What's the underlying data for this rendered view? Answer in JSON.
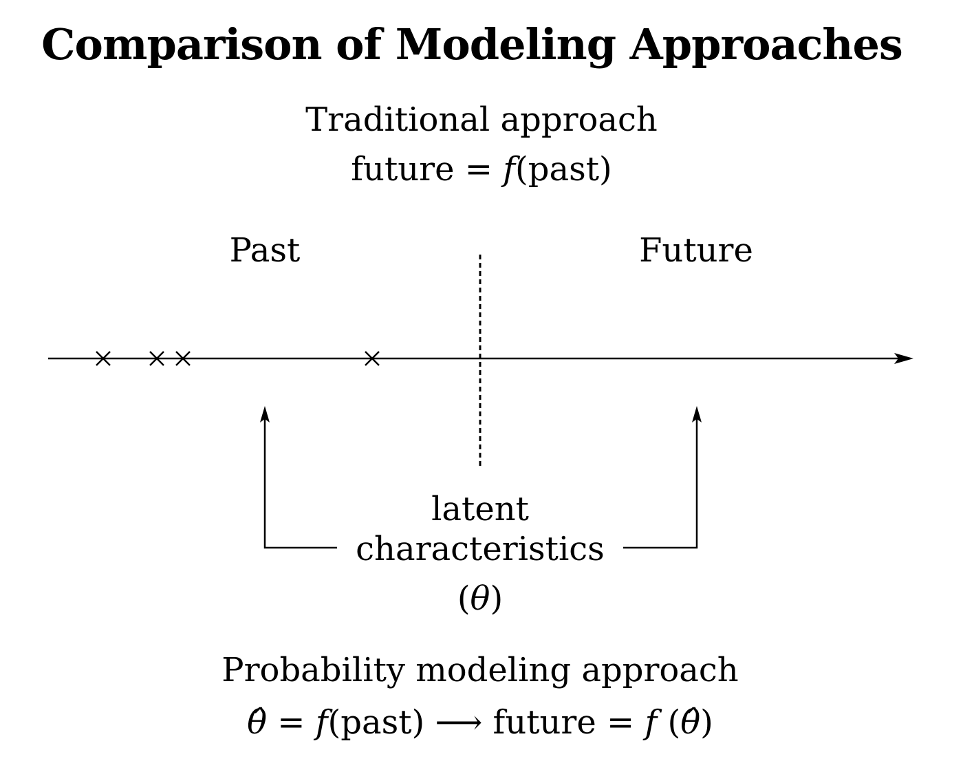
{
  "title": "Comparison of Modeling Approaches",
  "traditional": {
    "label": "Traditional approach",
    "eq_lhs": "future = ",
    "eq_f": "f",
    "eq_arg": "(past)"
  },
  "timeline": {
    "past_label": "Past",
    "future_label": "Future"
  },
  "latent": {
    "line1": "latent",
    "line2": "characteristics",
    "symbol_open": "(",
    "symbol": "θ",
    "symbol_close": ")"
  },
  "probability": {
    "label": "Probability modeling approach",
    "theta_hat": "θ̂",
    "eq_eq": " = ",
    "eq_f1": "f",
    "eq_arg1": "(past)",
    "arrow": " ⟶ ",
    "eq_future": "future = ",
    "eq_f2": "f",
    "eq_arg2_open": " (",
    "eq_arg2_theta": "θ̂",
    "eq_arg2_close": ")"
  }
}
